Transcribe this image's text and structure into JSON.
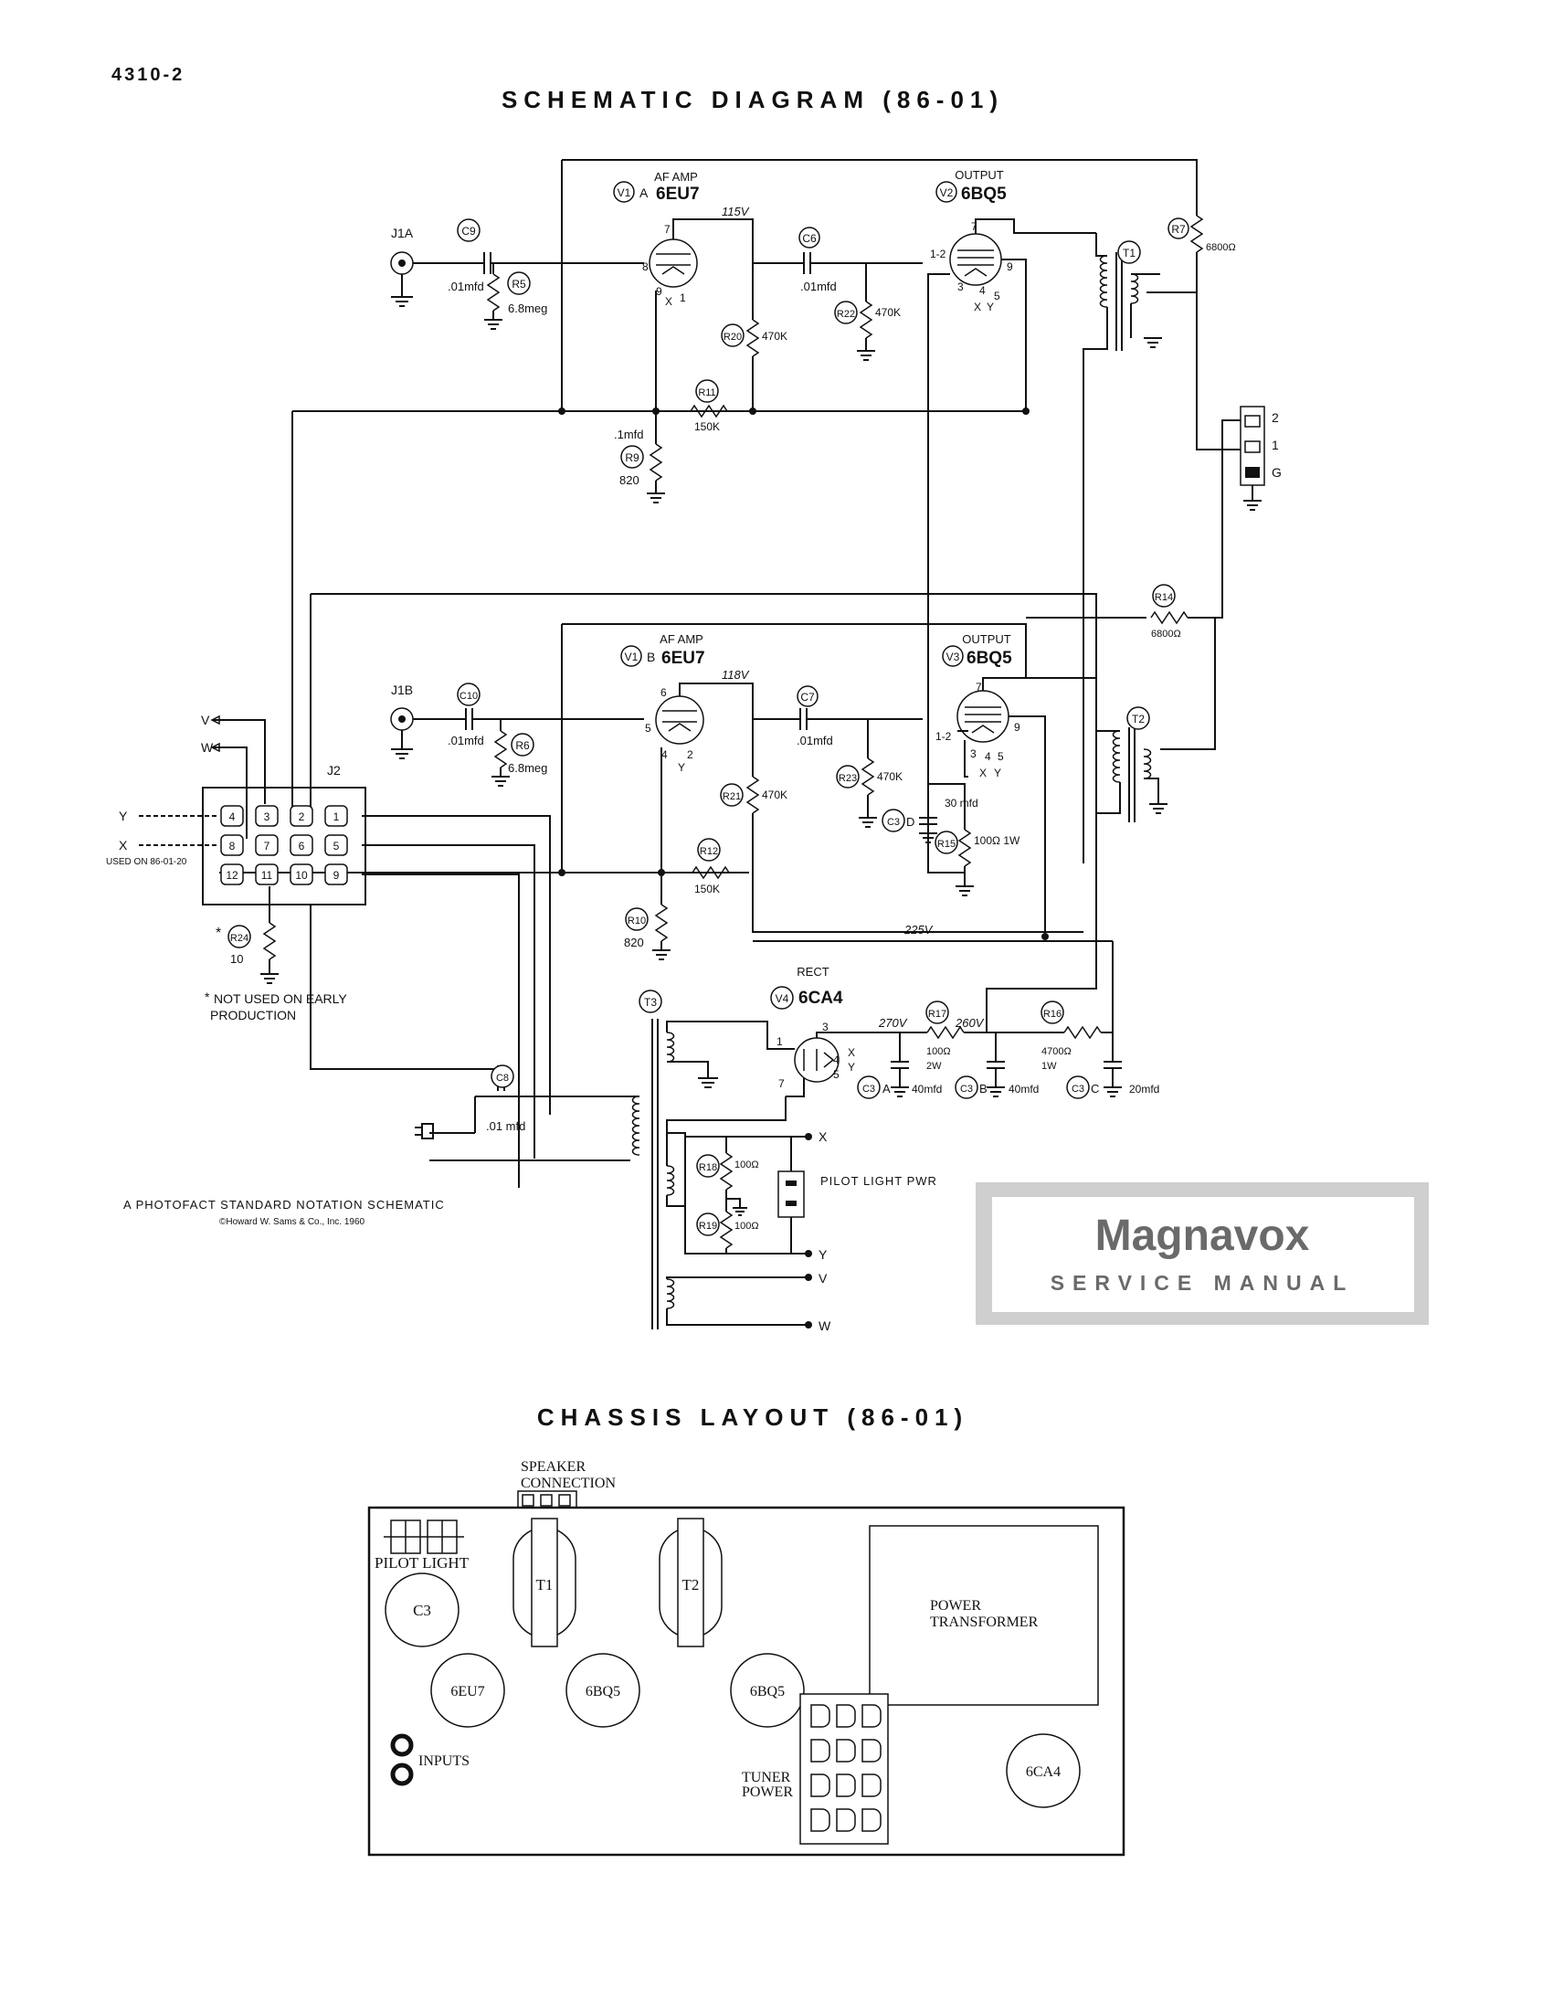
{
  "page_number": "4310-2",
  "schematic_title": "SCHEMATIC DIAGRAM (86-01)",
  "chassis_title": "CHASSIS LAYOUT (86-01)",
  "credit_line1": "A PHOTOFACT STANDARD NOTATION SCHEMATIC",
  "credit_line2": "©Howard W. Sams & Co., Inc. 1960",
  "footnote_line1": "NOT USED ON EARLY",
  "footnote_line2": "PRODUCTION",
  "used_on": "USED ON 86-01-20",
  "brand": {
    "name": "Magnavox",
    "subtitle": "SERVICE MANUAL"
  },
  "tubes": {
    "v1a": {
      "ref": "V1",
      "section": "A",
      "type": "6EU7",
      "function": "AF AMP",
      "voltage": "115V"
    },
    "v1b": {
      "ref": "V1",
      "section": "B",
      "type": "6EU7",
      "function": "AF AMP",
      "voltage": "118V"
    },
    "v2": {
      "ref": "V2",
      "type": "6BQ5",
      "function": "OUTPUT"
    },
    "v3": {
      "ref": "V3",
      "type": "6BQ5",
      "function": "OUTPUT"
    },
    "v4": {
      "ref": "V4",
      "type": "6CA4",
      "function": "RECT"
    }
  },
  "jacks": {
    "j1a": "J1A",
    "j1b": "J1B",
    "j2": "J2"
  },
  "components": {
    "c9": {
      "ref": "C9",
      "value": ".01mfd"
    },
    "c10": {
      "ref": "C10",
      "value": ".01mfd"
    },
    "c6": {
      "ref": "C6",
      "value": ".01mfd"
    },
    "c7": {
      "ref": "C7",
      "value": ".01mfd"
    },
    "c8": {
      "ref": "C8",
      "value": ".01 mfd"
    },
    "r5": {
      "ref": "R5",
      "value": "6.8meg"
    },
    "r6": {
      "ref": "R6",
      "value": "6.8meg"
    },
    "r20": {
      "ref": "R20",
      "value": "470K"
    },
    "r21": {
      "ref": "R21",
      "value": "470K"
    },
    "r22": {
      "ref": "R22",
      "value": "470K"
    },
    "r23": {
      "ref": "R23",
      "value": "470K"
    },
    "r11": {
      "ref": "R11",
      "value": "150K"
    },
    "r12": {
      "ref": "R12",
      "value": "150K"
    },
    "r9": {
      "ref": "R9",
      "value": "820",
      "cap": ".1mfd"
    },
    "r10": {
      "ref": "R10",
      "value": "820"
    },
    "r7": {
      "ref": "R7",
      "value": "6800Ω"
    },
    "r14": {
      "ref": "R14",
      "value": "6800Ω"
    },
    "r15": {
      "ref": "R15",
      "value": "100Ω 1W"
    },
    "r24": {
      "ref": "R24",
      "value": "10"
    },
    "r17": {
      "ref": "R17",
      "value": "100Ω",
      "watt": "2W"
    },
    "r16": {
      "ref": "R16",
      "value": "4700Ω",
      "watt": "1W"
    },
    "r18": {
      "ref": "R18",
      "value": "100Ω"
    },
    "r19": {
      "ref": "R19",
      "value": "100Ω"
    },
    "c3a": {
      "ref": "C3",
      "section": "A",
      "value": "40mfd"
    },
    "c3b": {
      "ref": "C3",
      "section": "B",
      "value": "40mfd"
    },
    "c3c": {
      "ref": "C3",
      "section": "C",
      "value": "20mfd"
    },
    "c3d": {
      "ref": "C3",
      "section": "D",
      "value": "30 mfd"
    },
    "t1": "T1",
    "t2": "T2",
    "t3": "T3"
  },
  "voltages": {
    "b_plus": "225V",
    "rect_out": "270V",
    "mid": "260V"
  },
  "pins": {
    "v1a": [
      "7",
      "8",
      "9",
      "1"
    ],
    "v1b": [
      "6",
      "5",
      "4",
      "2"
    ],
    "v2": [
      "7",
      "1-2",
      "3",
      "4",
      "5",
      "9"
    ],
    "v3": [
      "7",
      "1-2",
      "3",
      "4",
      "5",
      "9"
    ],
    "v4": [
      "1",
      "3",
      "7",
      "4",
      "5"
    ]
  },
  "heater_marks": {
    "x": "X",
    "y": "Y"
  },
  "speaker_terminals": [
    "2",
    "1",
    "G"
  ],
  "j2_pins": [
    "4",
    "3",
    "2",
    "1",
    "8",
    "7",
    "6",
    "5",
    "12",
    "11",
    "10",
    "9"
  ],
  "j2_side_labels": {
    "v": "V",
    "w": "W",
    "y": "Y",
    "x": "X"
  },
  "pilot_light_pwr": "PILOT LIGHT PWR",
  "power_taps": [
    "X",
    "Y",
    "V",
    "W"
  ],
  "chassis": {
    "speaker_connection_1": "SPEAKER",
    "speaker_connection_2": "CONNECTION",
    "pilot_light": "PILOT LIGHT",
    "c3": "C3",
    "t1": "T1",
    "t2": "T2",
    "power_transformer_1": "POWER",
    "power_transformer_2": "TRANSFORMER",
    "tube1": "6EU7",
    "tube2": "6BQ5",
    "tube3": "6BQ5",
    "rect": "6CA4",
    "inputs": "INPUTS",
    "tuner_power_1": "TUNER",
    "tuner_power_2": "POWER"
  }
}
